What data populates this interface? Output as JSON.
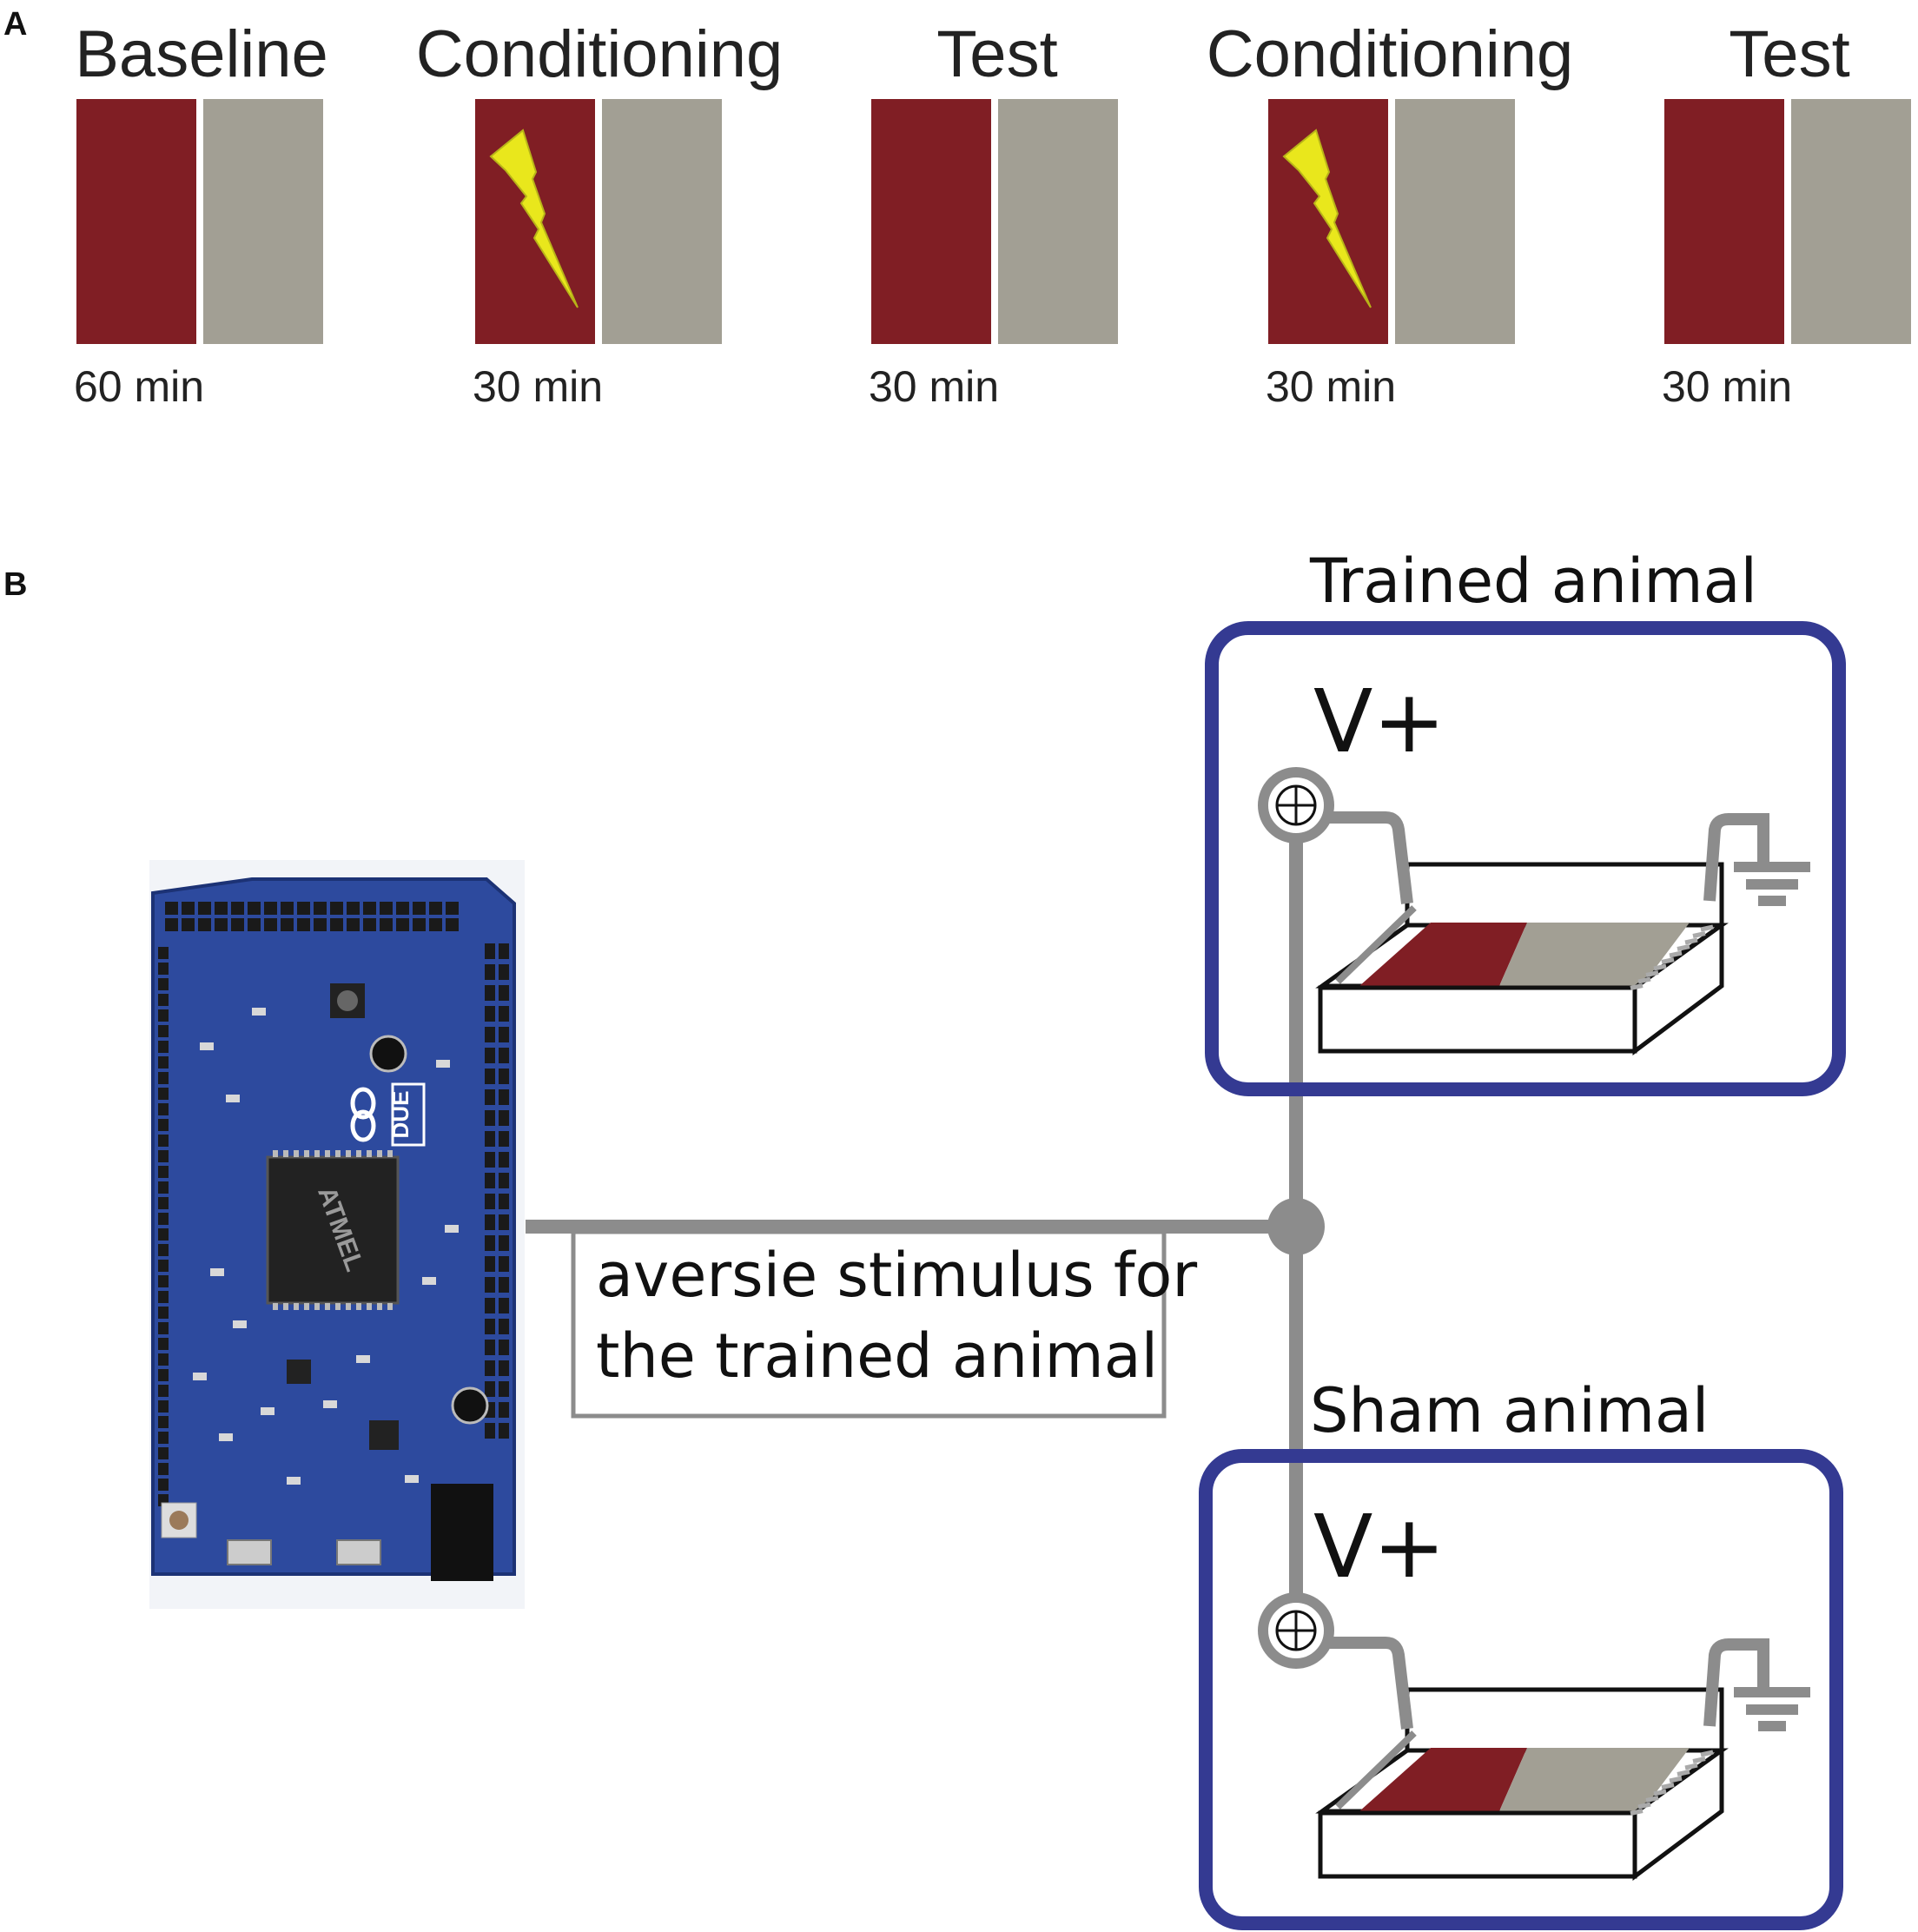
{
  "panel_a": {
    "letter": "A",
    "phases": [
      {
        "title": "Baseline",
        "duration": "60 min",
        "shock": false
      },
      {
        "title": "Conditioning",
        "duration": "30 min",
        "shock": true
      },
      {
        "title": "Test",
        "duration": "30 min",
        "shock": false
      },
      {
        "title": "Conditioning",
        "duration": "30 min",
        "shock": true
      },
      {
        "title": "Test",
        "duration": "30 min",
        "shock": false
      }
    ]
  },
  "panel_b": {
    "letter": "B",
    "trained_label": "Trained animal",
    "sham_label": "Sham animal",
    "vplus": "V+",
    "stimulus_label_line1": "aversie stimulus for",
    "stimulus_label_line2": "the trained animal",
    "board_chip_text": "ATMEL",
    "board_name_text": "DUE"
  },
  "colors": {
    "red_zone": "#801e24",
    "gray_zone": "#a29f94",
    "bolt": "#e9e71c",
    "box_border": "#343a92",
    "wire": "#8c8c8c",
    "board_blue": "#2d4a9e"
  }
}
